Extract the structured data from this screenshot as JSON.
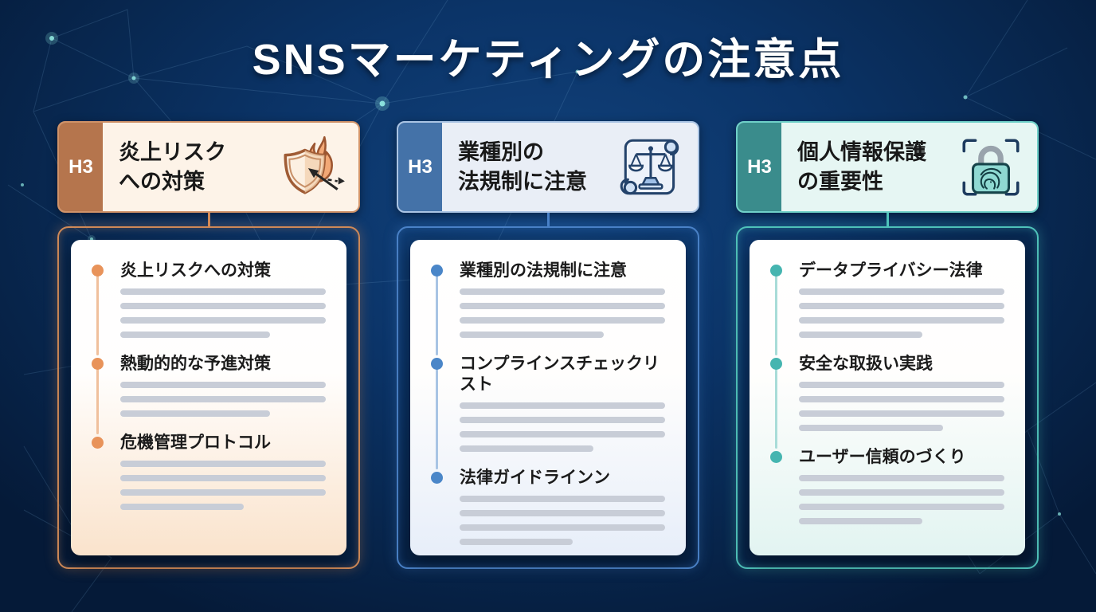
{
  "title": "SNSマーケティングの注意点",
  "columns": [
    {
      "tag": "H3",
      "heading_lines": [
        "炎上リスク",
        "への対策"
      ],
      "icon": "shield-flame-icon",
      "theme": {
        "strip": "#b5754d",
        "header_bg": "#fdf3e8",
        "header_border": "#cf9268",
        "border": "#d08a58",
        "glow": "rgba(214,138,80,0.35)",
        "dot": "#e8935a",
        "timeline": "#f0c09c",
        "card_tint": "#fae3cc"
      },
      "items": [
        {
          "label": "炎上リスクへの対策",
          "line_widths": [
            100,
            100,
            100,
            73
          ]
        },
        {
          "label": "熱動的的な予進対策",
          "line_widths": [
            100,
            100,
            73
          ]
        },
        {
          "label": "危機管理プロトコル",
          "line_widths": [
            100,
            100,
            100,
            60
          ]
        }
      ]
    },
    {
      "tag": "H3",
      "heading_lines": [
        "業種別の",
        "法規制に注意"
      ],
      "icon": "scales-scroll-icon",
      "theme": {
        "strip": "#4472a8",
        "header_bg": "#e9eef6",
        "header_border": "#aac4e4",
        "border": "#4a82c8",
        "glow": "rgba(70,130,200,0.35)",
        "dot": "#4a86c8",
        "timeline": "#a8c4e4",
        "card_tint": "#e7eef9"
      },
      "items": [
        {
          "label": "業種別の法規制に注意",
          "line_widths": [
            100,
            100,
            100,
            70
          ]
        },
        {
          "label": "コンプラインスチェックリスト",
          "line_widths": [
            100,
            100,
            100,
            65
          ]
        },
        {
          "label": "法律ガイドラインン",
          "line_widths": [
            100,
            100,
            100,
            55
          ]
        }
      ]
    },
    {
      "tag": "H3",
      "heading_lines": [
        "個人情報保護",
        "の重要性"
      ],
      "icon": "fingerprint-lock-icon",
      "theme": {
        "strip": "#3a8c8c",
        "header_bg": "#e6f6f3",
        "header_border": "#6fd0c8",
        "border": "#4fc2ba",
        "glow": "rgba(80,200,190,0.35)",
        "dot": "#45b5b0",
        "timeline": "#a8dcd8",
        "card_tint": "#e2f4f1"
      },
      "items": [
        {
          "label": "データプライバシー法律",
          "line_widths": [
            100,
            100,
            100,
            60
          ]
        },
        {
          "label": "安全な取扱い実践",
          "line_widths": [
            100,
            100,
            100,
            70
          ]
        },
        {
          "label": "ユーザー信頼のづくり",
          "line_widths": [
            100,
            100,
            100,
            60
          ]
        }
      ]
    }
  ]
}
